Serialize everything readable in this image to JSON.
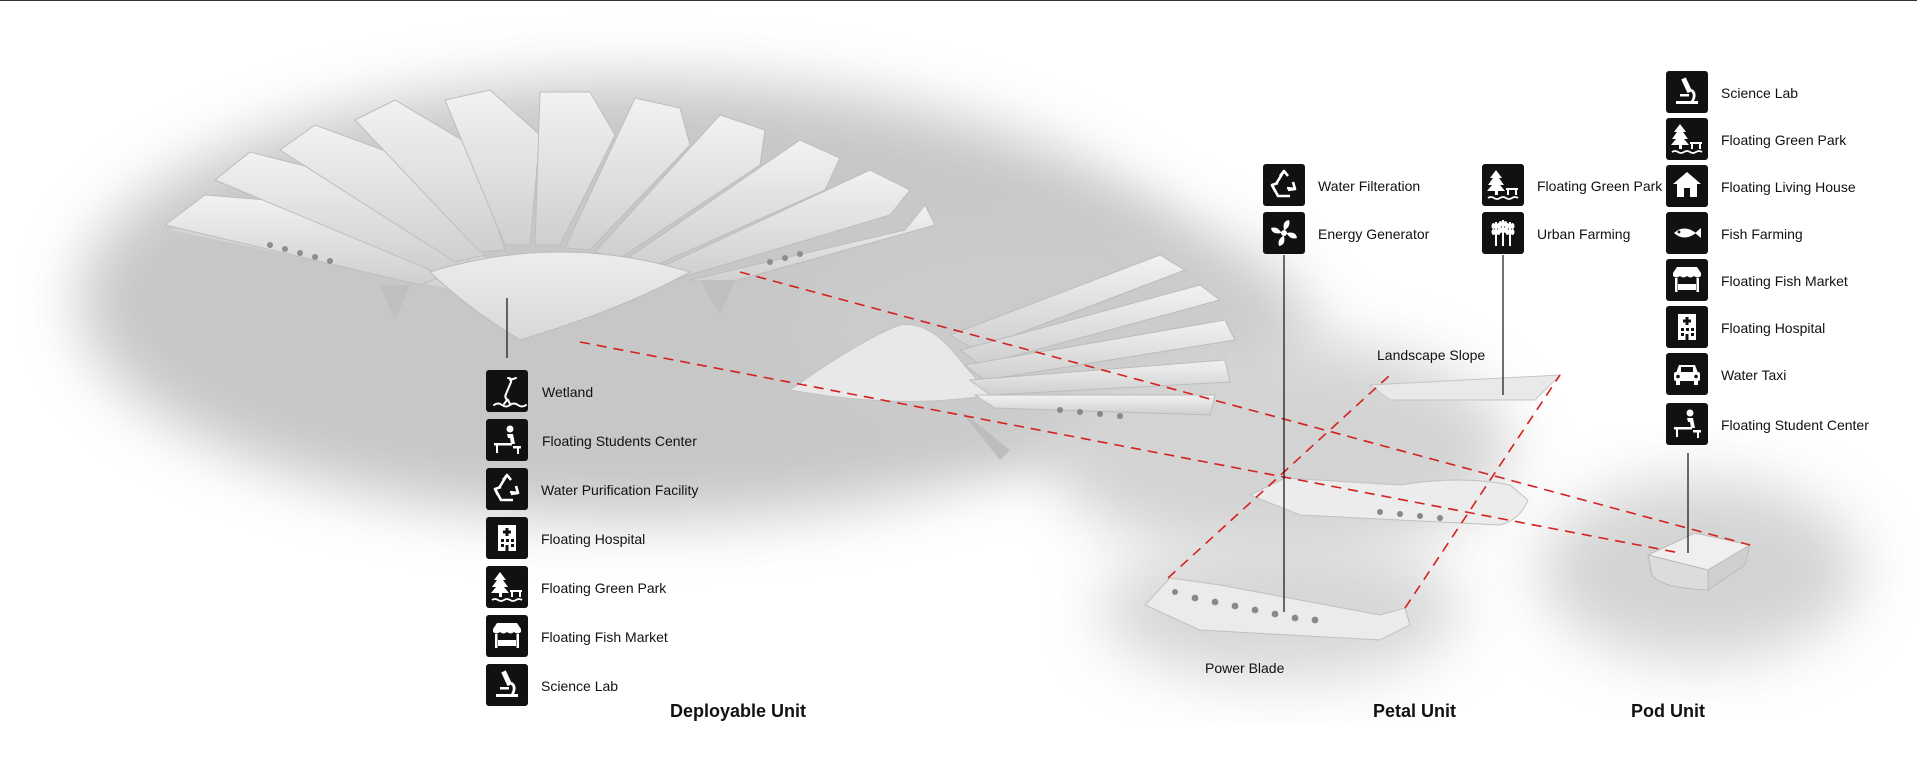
{
  "deployable": {
    "title": "Deployable Unit",
    "items": [
      {
        "label": "Wetland",
        "icon": "heron-icon"
      },
      {
        "label": "Floating Students Center",
        "icon": "student-desk-icon"
      },
      {
        "label": "Water Purification Facility",
        "icon": "recycle-icon"
      },
      {
        "label": "Floating Hospital",
        "icon": "hospital-icon"
      },
      {
        "label": "Floating Green Park",
        "icon": "park-icon"
      },
      {
        "label": "Floating Fish Market",
        "icon": "market-stall-icon"
      },
      {
        "label": "Science Lab",
        "icon": "microscope-icon"
      }
    ]
  },
  "petal": {
    "title": "Petal Unit",
    "left_items": [
      {
        "label": "Water Filteration",
        "icon": "recycle-icon"
      },
      {
        "label": "Energy Generator",
        "icon": "fan-icon"
      }
    ],
    "right_items": [
      {
        "label": "Floating Green Park",
        "icon": "park-icon"
      },
      {
        "label": "Urban Farming",
        "icon": "wheat-icon"
      }
    ],
    "landscape_label": "Landscape Slope",
    "power_label": "Power Blade"
  },
  "pod": {
    "title": "Pod Unit",
    "items": [
      {
        "label": "Science Lab",
        "icon": "microscope-icon"
      },
      {
        "label": "Floating Green Park",
        "icon": "park-icon"
      },
      {
        "label": "Floating Living House",
        "icon": "house-icon"
      },
      {
        "label": "Fish Farming",
        "icon": "fish-icon"
      },
      {
        "label": "Floating Fish Market",
        "icon": "market-stall-icon"
      },
      {
        "label": "Floating Hospital",
        "icon": "hospital-icon"
      },
      {
        "label": "Water Taxi",
        "icon": "car-icon"
      },
      {
        "label": "Floating Student Center",
        "icon": "student-desk-icon"
      }
    ]
  },
  "colors": {
    "accent_dashed": "#d42020",
    "icon_bg": "#111111",
    "model": "#e4e4e4"
  }
}
